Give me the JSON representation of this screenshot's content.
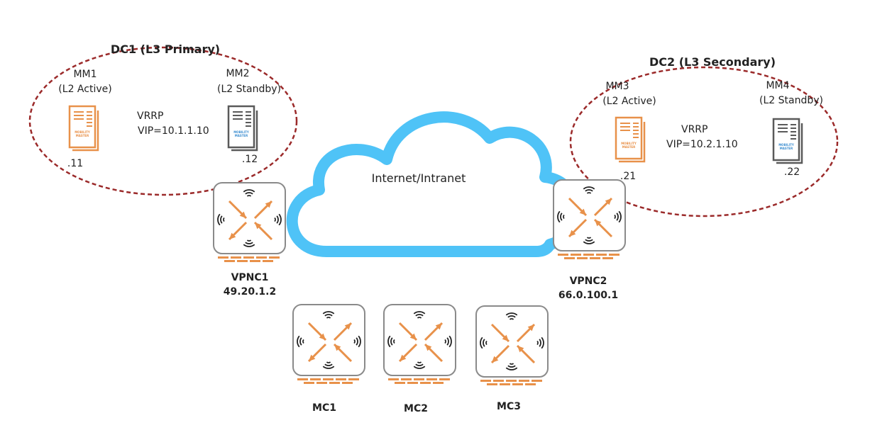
{
  "colors": {
    "dc_border": "#9b2a2a",
    "cloud": "#4fc3f7",
    "device_orange": "#e8914a",
    "device_gray": "#5a5a5a",
    "device_blue": "#3c8ed0"
  },
  "dc1": {
    "title": "DC1 (L3 Primary)",
    "mm1": {
      "name": "MM1",
      "role": "(L2 Active)",
      "addr": ".11"
    },
    "mm2": {
      "name": "MM2",
      "role": "(L2 Standby)",
      "addr": ".12"
    },
    "vrrp": "VRRP",
    "vip": "VIP=10.1.1.10"
  },
  "dc2": {
    "title": "DC2 (L3 Secondary)",
    "mm3": {
      "name": "MM3",
      "role": "(L2 Active)",
      "addr": ".21"
    },
    "mm4": {
      "name": "MM4",
      "role": "(L2 Standby)",
      "addr": ".22"
    },
    "vrrp": "VRRP",
    "vip": "VIP=10.2.1.10"
  },
  "cloud": {
    "label": "Internet/Intranet"
  },
  "vpnc1": {
    "name": "VPNC1",
    "ip": "49.20.1.2"
  },
  "vpnc2": {
    "name": "VPNC2",
    "ip": "66.0.100.1"
  },
  "mc1": {
    "name": "MC1"
  },
  "mc2": {
    "name": "MC2"
  },
  "mc3": {
    "name": "MC3"
  },
  "mobility_master_text": "MOBILITY MASTER"
}
